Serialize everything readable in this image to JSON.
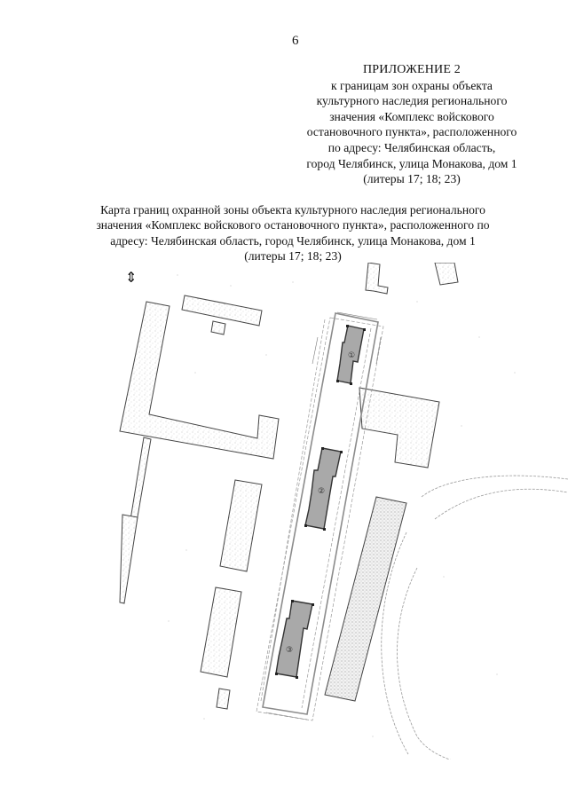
{
  "page": {
    "number": "6"
  },
  "appendix": {
    "title": "ПРИЛОЖЕНИЕ 2",
    "lines": [
      "к границам зон охраны объекта",
      "культурного наследия регионального",
      "значения «Комплекс войскового",
      "остановочного пункта», расположенного",
      "по адресу: Челябинская область,",
      "город Челябинск, улица Монакова, дом 1",
      "(литеры 17; 18; 23)"
    ]
  },
  "caption": {
    "lines": [
      "Карта границ охранной зоны объекта культурного наследия регионального",
      "значения «Комплекс войскового остановочного пункта», расположенного по",
      "адресу: Челябинская область, город Челябинск, улица Монакова, дом 1",
      "(литеры 17; 18; 23)"
    ]
  },
  "map": {
    "north_arrow_icon": "⇕",
    "object_labels": [
      "①",
      "②",
      "③"
    ],
    "colors": {
      "protected_fill": "#a9a9a9",
      "protected_stroke": "#333333",
      "zone_line": "#8c8c8c",
      "building_line": "#444444",
      "stipple": "#bdbdbd"
    }
  }
}
